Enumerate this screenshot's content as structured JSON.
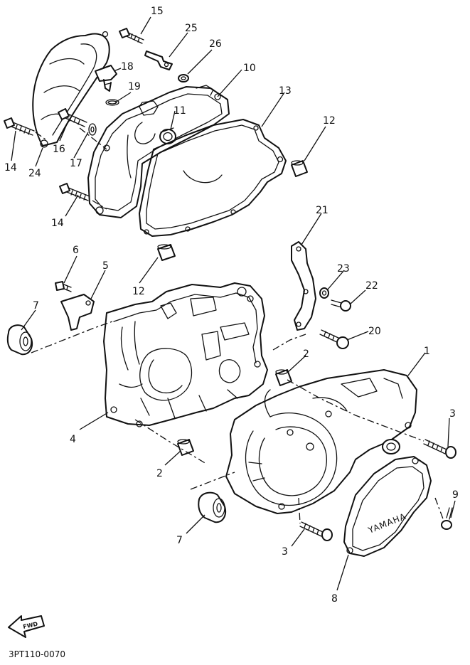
{
  "callouts": [
    {
      "id": "p1",
      "label": "1"
    },
    {
      "id": "p2a",
      "label": "2"
    },
    {
      "id": "p2b",
      "label": "2"
    },
    {
      "id": "p3a",
      "label": "3"
    },
    {
      "id": "p3b",
      "label": "3"
    },
    {
      "id": "p4",
      "label": "4"
    },
    {
      "id": "p5",
      "label": "5"
    },
    {
      "id": "p6",
      "label": "6"
    },
    {
      "id": "p7a",
      "label": "7"
    },
    {
      "id": "p7b",
      "label": "7"
    },
    {
      "id": "p8",
      "label": "8"
    },
    {
      "id": "p9",
      "label": "9"
    },
    {
      "id": "p10",
      "label": "10"
    },
    {
      "id": "p11",
      "label": "11"
    },
    {
      "id": "p12a",
      "label": "12"
    },
    {
      "id": "p12b",
      "label": "12"
    },
    {
      "id": "p13",
      "label": "13"
    },
    {
      "id": "p14a",
      "label": "14"
    },
    {
      "id": "p14b",
      "label": "14"
    },
    {
      "id": "p15",
      "label": "15"
    },
    {
      "id": "p16",
      "label": "16"
    },
    {
      "id": "p17",
      "label": "17"
    },
    {
      "id": "p18",
      "label": "18"
    },
    {
      "id": "p19",
      "label": "19"
    },
    {
      "id": "p20",
      "label": "20"
    },
    {
      "id": "p21",
      "label": "21"
    },
    {
      "id": "p22",
      "label": "22"
    },
    {
      "id": "p23",
      "label": "23"
    },
    {
      "id": "p24",
      "label": "24"
    },
    {
      "id": "p25",
      "label": "25"
    },
    {
      "id": "p26",
      "label": "26"
    }
  ],
  "cover_brand": "YAMAHA",
  "direction_arrow": "FWD",
  "drawing_code": "3PT110-0070"
}
